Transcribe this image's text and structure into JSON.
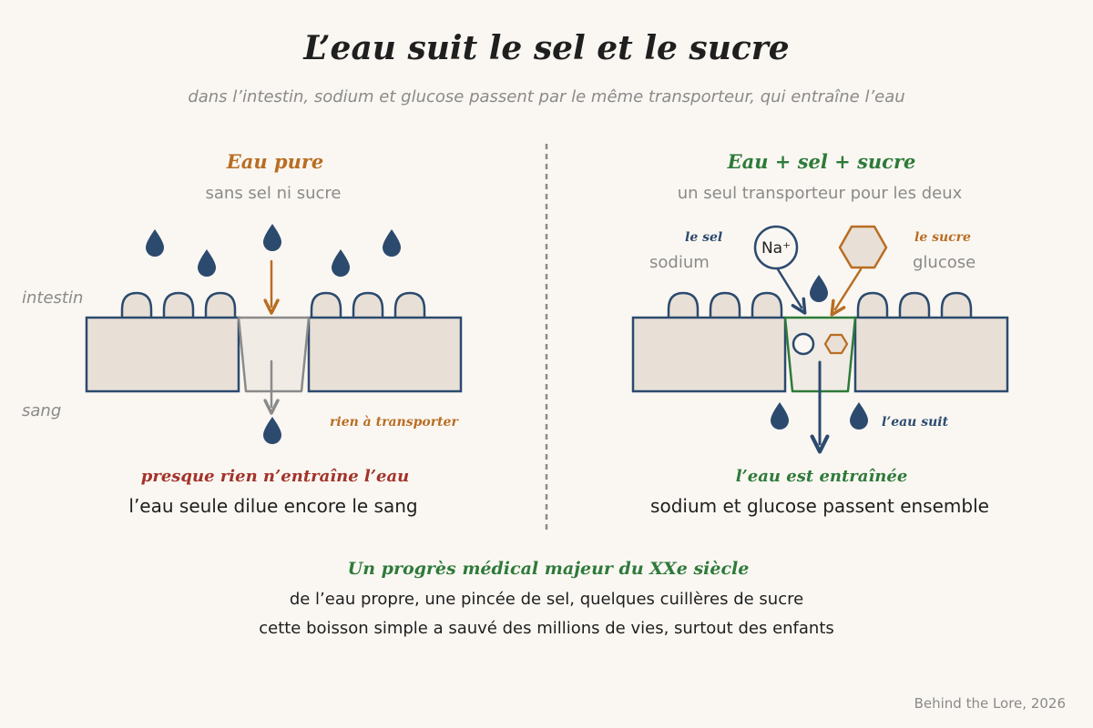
{
  "title": "L’eau suit le sel et le sucre",
  "subtitle": "dans l’intestin, sodium et glucose passent par le même transporteur, qui entraîne l’eau",
  "side_labels": {
    "intestin": "intestin",
    "sang": "sang"
  },
  "left": {
    "heading": "Eau pure",
    "subheading": "sans sel ni sucre",
    "annotation": "rien à transporter",
    "result_heading": "presque rien n’entraîne l’eau",
    "result_text": "l’eau seule dilue encore le sang"
  },
  "right": {
    "heading": "Eau + sel + sucre",
    "subheading": "un seul transporteur pour les deux",
    "sodium_tag": "le sel",
    "sodium_label": "sodium",
    "sodium_symbol": "Na⁺",
    "glucose_tag": "le sucre",
    "glucose_label": "glucose",
    "water_annotation": "l’eau suit",
    "result_heading": "l’eau est entraînée",
    "result_text": "sodium et glucose passent ensemble"
  },
  "footer": {
    "heading": "Un progrès médical majeur du XXe siècle",
    "line1": "de l’eau propre, une pincée de sel, quelques cuillères de sucre",
    "line2": "cette boisson simple a sauvé des millions de vies, surtout des enfants"
  },
  "credit": "Behind the Lore, 2026",
  "colors": {
    "navy": "#2c4a6e",
    "orange": "#b96d22",
    "green": "#2e7a3a",
    "red": "#a3322a",
    "gray": "#8a8a8a",
    "cell_fill": "#e8e0d6",
    "text": "#1f1f1f",
    "background": "#faf7f2"
  }
}
